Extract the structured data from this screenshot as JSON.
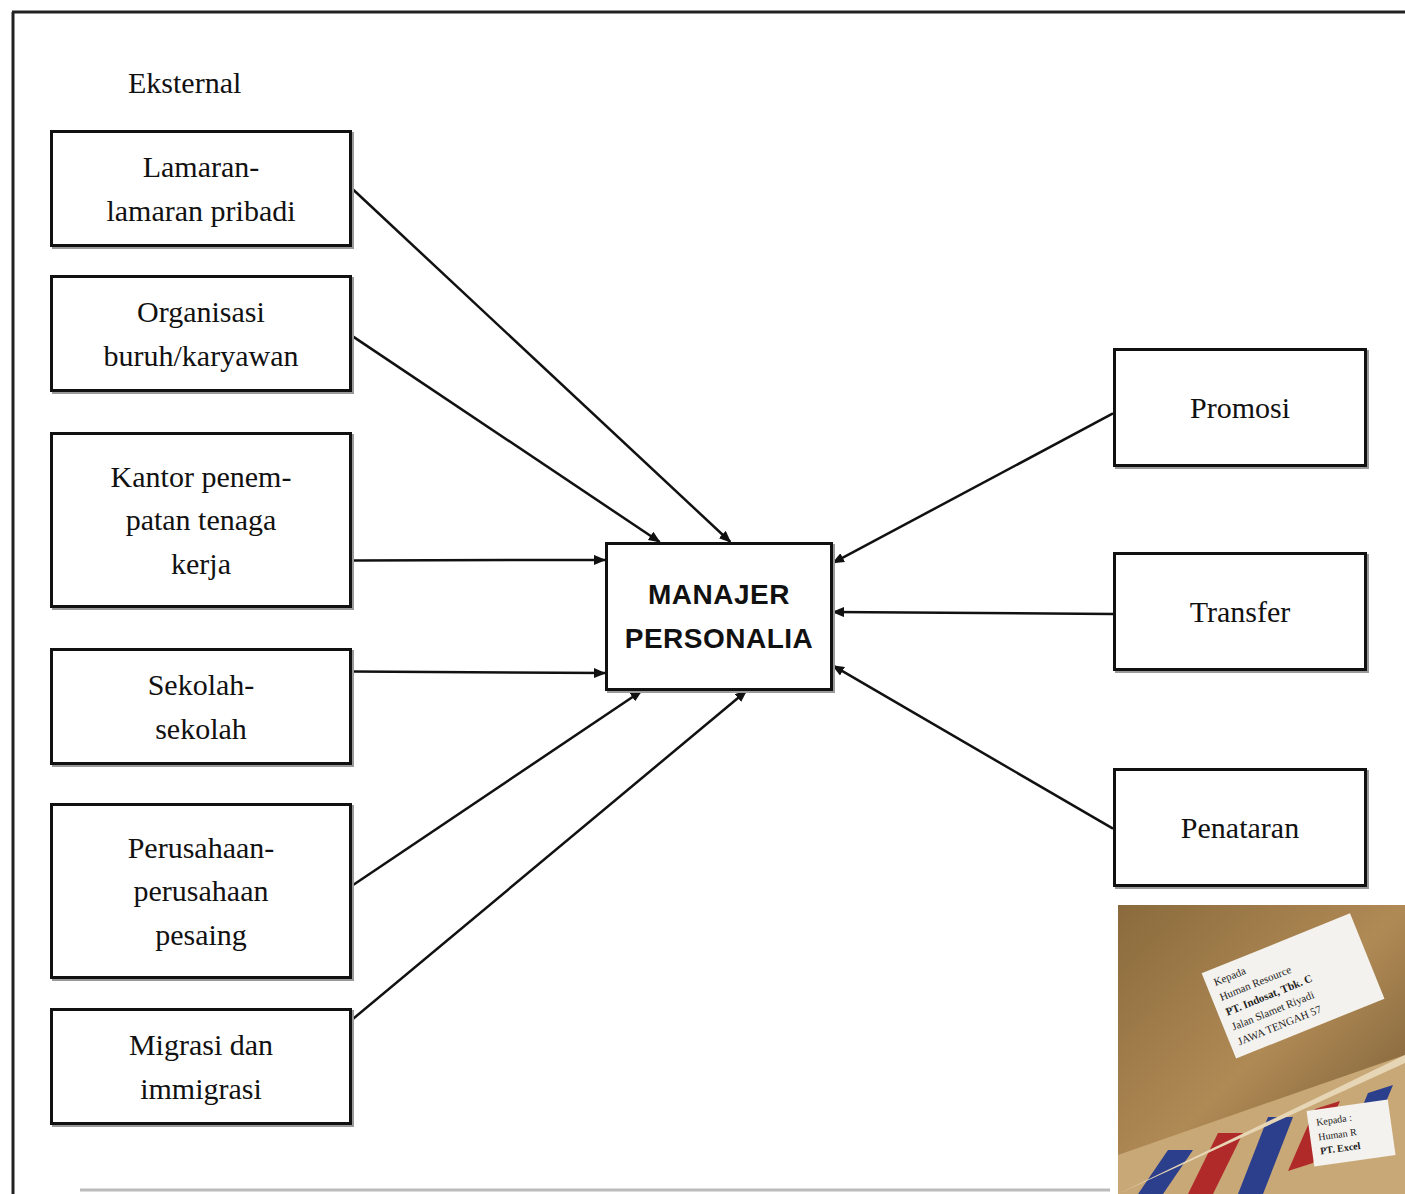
{
  "diagram": {
    "nodes": [
      {
        "text": [
          "Lamaran- lamaran pribadi"
        ]
      },
      {
        "text": [
          "Organisasi buruh/karyawan"
        ]
      },
      {
        "text": [
          "Kantor penem- patan tenaga kerja"
        ]
      },
      {
        "text": [
          "Sekolah- sekolah"
        ]
      },
      {
        "text": [
          "Perusahaan- perusahaan pesaing"
        ]
      },
      {
        "text": [
          "Migrasi dan immigrasi"
        ]
      },
      {
        "text": [
          "MANAJER PERSONALIA"
        ]
      },
      {
        "text": [
          "Promosi"
        ]
      },
      {
        "text": [
          "Transfer"
        ]
      },
      {
        "text": [
          "Penataran"
        ]
      }
    ],
    "edges": [
      {
        "from": 0,
        "to": 6,
        "arrow": "to"
      },
      {
        "from": 1,
        "to": 6,
        "arrow": "to"
      },
      {
        "from": 2,
        "to": 6,
        "arrow": "to"
      },
      {
        "from": 3,
        "to": 6,
        "arrow": "to"
      },
      {
        "from": 4,
        "to": 6,
        "arrow": "to"
      },
      {
        "from": 5,
        "to": 6,
        "arrow": "to"
      },
      {
        "from": 7,
        "to": 6,
        "arrow": "to"
      },
      {
        "from": 8,
        "to": 6,
        "arrow": "to"
      },
      {
        "from": 9,
        "to": 6,
        "arrow": "to"
      }
    ],
    "labels": [
      "Eksternal",
      "Kepada",
      "Human Resource",
      "PT. Indosat, Tbk. C",
      "Jalan Slamet Riyadi",
      "JAWA TENGAH 57",
      "Kepada :",
      "Human R",
      "PT. Excel"
    ]
  }
}
